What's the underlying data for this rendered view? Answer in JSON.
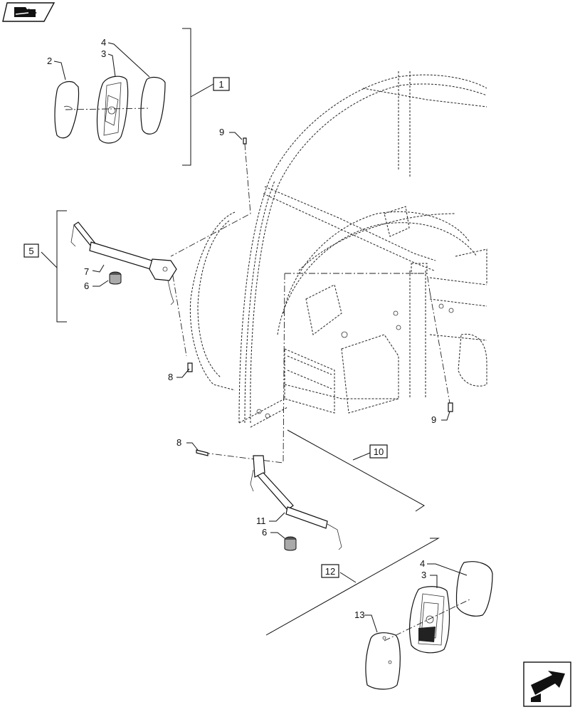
{
  "callouts": {
    "c2": "2",
    "c3a": "3",
    "c4a": "4",
    "c9a": "9",
    "c5": "5",
    "c7": "7",
    "c6a": "6",
    "c8a": "8",
    "c9b": "9",
    "c8b": "8",
    "c10": "10",
    "c11": "11",
    "c6b": "6",
    "c12": "12",
    "c4b": "4",
    "c3b": "3",
    "c13": "13",
    "c1": "1"
  },
  "icons": {
    "top_left": "folder-arrow-icon",
    "bottom_right": "next-page-arrow-icon"
  }
}
